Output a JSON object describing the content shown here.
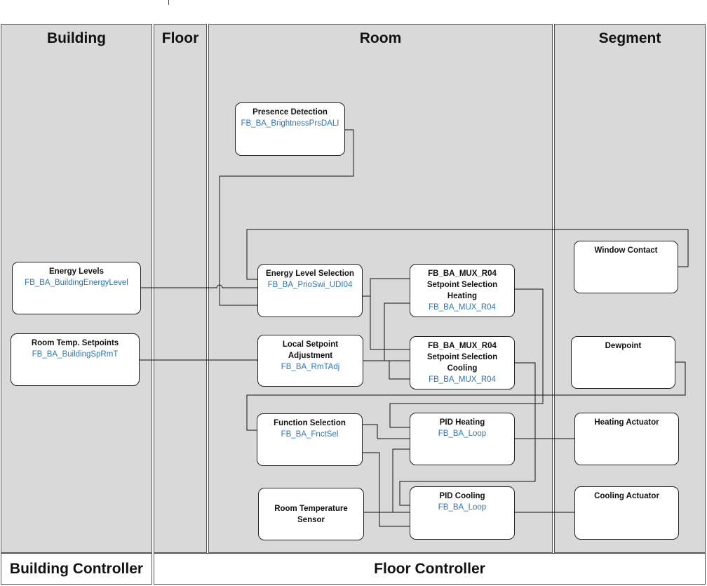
{
  "lanes": {
    "building": "Building",
    "floor": "Floor",
    "room": "Room",
    "segment": "Segment"
  },
  "footers": {
    "building_controller": "Building Controller",
    "floor_controller": "Floor Controller"
  },
  "blocks": {
    "energy_levels": {
      "title": "Energy Levels",
      "fb": "FB_BA_BuildingEnergyLevel"
    },
    "room_temp_setpoints": {
      "title": "Room Temp. Setpoints",
      "fb": "FB_BA_BuildingSpRmT"
    },
    "presence_detection": {
      "title": "Presence Detection",
      "fb": "FB_BA_BrightnessPrsDALI"
    },
    "energy_level_selection": {
      "title": "Energy Level Selection",
      "fb": "FB_BA_PrioSwi_UDI04"
    },
    "local_setpoint_adjustment": {
      "title1": "Local Setpoint",
      "title2": "Adjustment",
      "fb": "FB_BA_RmTAdj"
    },
    "function_selection": {
      "title": "Function Selection",
      "fb": "FB_BA_FnctSel"
    },
    "room_temperature_sensor": {
      "title1": "Room Temperature",
      "title2": "Sensor"
    },
    "setpoint_heating": {
      "title1": "FB_BA_MUX_R04",
      "title2": "Setpoint Selection",
      "title3": "Heating",
      "fb": "FB_BA_MUX_R04"
    },
    "setpoint_cooling": {
      "title1": "FB_BA_MUX_R04",
      "title2": "Setpoint Selection",
      "title3": "Cooling",
      "fb": "FB_BA_MUX_R04"
    },
    "pid_heating": {
      "title": "PID Heating",
      "fb": "FB_BA_Loop"
    },
    "pid_cooling": {
      "title": "PID Cooling",
      "fb": "FB_BA_Loop"
    },
    "window_contact": {
      "title": "Window Contact"
    },
    "dewpoint": {
      "title": "Dewpoint"
    },
    "heating_actuator": {
      "title": "Heating Actuator"
    },
    "cooling_actuator": {
      "title": "Cooling Actuator"
    }
  }
}
